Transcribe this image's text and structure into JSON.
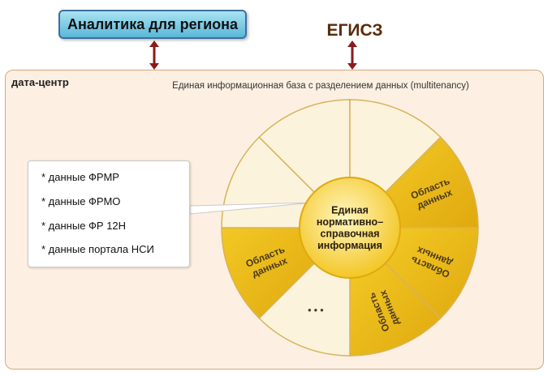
{
  "header": {
    "region_analytics": "Аналитика для региона",
    "egisz": "ЕГИСЗ"
  },
  "datacenter": {
    "label": "дата-центр",
    "caption": "Единая информационная база с разделением данных (multitenancy)"
  },
  "info_box": {
    "items": [
      "* данные ФРМР",
      "* данные ФРМО",
      "* данные ФР 12Н",
      "* данные портала НСИ"
    ]
  },
  "wheel": {
    "center": [
      "Единая",
      "нормативно–",
      "справочная",
      "информация"
    ],
    "segments": [
      {
        "label": [
          "Область",
          "данных"
        ],
        "filled": true
      },
      {
        "label": [
          "Область",
          "данных"
        ],
        "filled": true
      },
      {
        "label": [
          "Область",
          "данных"
        ],
        "filled": true
      },
      {
        "label": [
          "• • •"
        ],
        "filled": false
      },
      {
        "label": [
          "Область",
          "данных"
        ],
        "filled": true
      },
      {
        "label": [],
        "filled": false
      },
      {
        "label": [],
        "filled": false
      },
      {
        "label": [],
        "filled": false
      }
    ],
    "colors": {
      "filled": "#f2c824",
      "filled_edge": "#e0a90f",
      "empty": "#fbf3dc",
      "center_light": "#fff6c0",
      "center_dark": "#f2c31a",
      "arrow": "#8b1a1a"
    }
  }
}
